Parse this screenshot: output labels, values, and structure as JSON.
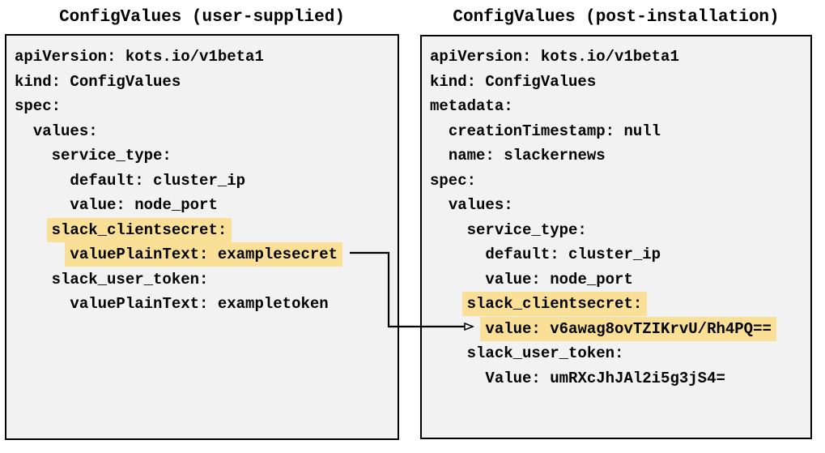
{
  "left": {
    "title": "ConfigValues (user-supplied)",
    "lines": [
      {
        "indent": 0,
        "text": "apiVersion: kots.io/v1beta1",
        "highlight": false
      },
      {
        "indent": 0,
        "text": "kind: ConfigValues",
        "highlight": false
      },
      {
        "indent": 0,
        "text": "spec:",
        "highlight": false
      },
      {
        "indent": 2,
        "text": "values:",
        "highlight": false
      },
      {
        "indent": 4,
        "text": "service_type:",
        "highlight": false
      },
      {
        "indent": 6,
        "text": "default: cluster_ip",
        "highlight": false
      },
      {
        "indent": 6,
        "text": "value: node_port",
        "highlight": false
      },
      {
        "indent": 4,
        "text": "slack_clientsecret:",
        "highlight": true
      },
      {
        "indent": 6,
        "text": "valuePlainText: examplesecret",
        "highlight": true
      },
      {
        "indent": 4,
        "text": "slack_user_token:",
        "highlight": false
      },
      {
        "indent": 6,
        "text": "valuePlainText: exampletoken",
        "highlight": false
      }
    ]
  },
  "right": {
    "title": "ConfigValues (post-installation)",
    "lines": [
      {
        "indent": 0,
        "text": "apiVersion: kots.io/v1beta1",
        "highlight": false
      },
      {
        "indent": 0,
        "text": "kind: ConfigValues",
        "highlight": false
      },
      {
        "indent": 0,
        "text": "metadata:",
        "highlight": false
      },
      {
        "indent": 2,
        "text": "creationTimestamp: null",
        "highlight": false
      },
      {
        "indent": 2,
        "text": "name: slackernews",
        "highlight": false
      },
      {
        "indent": 0,
        "text": "spec:",
        "highlight": false
      },
      {
        "indent": 2,
        "text": "values:",
        "highlight": false
      },
      {
        "indent": 4,
        "text": "service_type:",
        "highlight": false
      },
      {
        "indent": 6,
        "text": "default: cluster_ip",
        "highlight": false
      },
      {
        "indent": 6,
        "text": "value: node_port",
        "highlight": false
      },
      {
        "indent": 4,
        "text": "slack_clientsecret:",
        "highlight": true
      },
      {
        "indent": 6,
        "text": "value: v6awag8ovTZIKrvU/Rh4PQ==",
        "highlight": true
      },
      {
        "indent": 4,
        "text": "slack_user_token:",
        "highlight": false
      },
      {
        "indent": 6,
        "text": "Value: umRXcJhJAl2i5g3jS4=",
        "highlight": false
      }
    ]
  },
  "colors": {
    "highlight": "#fae096",
    "panel_bg": "#f2f2f2",
    "text": "#000000"
  }
}
